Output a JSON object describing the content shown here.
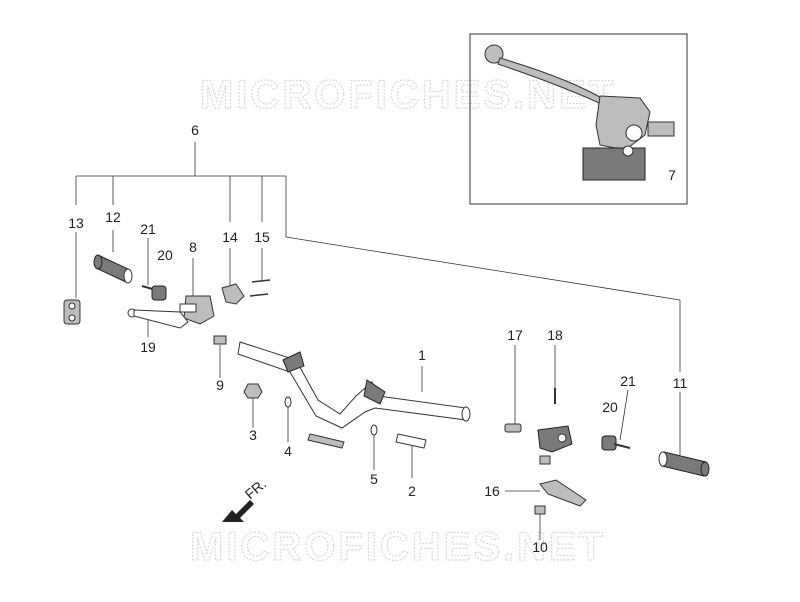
{
  "watermark": {
    "text_top": "MICROFICHES.NET",
    "text_bottom": "MICROFICHES.NET"
  },
  "direction_marker": {
    "label": "FR."
  },
  "callouts": {
    "c1": "1",
    "c2": "2",
    "c3": "3",
    "c4": "4",
    "c5": "5",
    "c6": "6",
    "c7": "7",
    "c8": "8",
    "c9": "9",
    "c10": "10",
    "c11": "11",
    "c12": "12",
    "c13": "13",
    "c14": "14",
    "c15": "15",
    "c16": "16",
    "c17": "17",
    "c18": "18",
    "c19": "19",
    "c20a": "20",
    "c20b": "20",
    "c21a": "21",
    "c21b": "21"
  },
  "colors": {
    "line": "#333333",
    "watermark": "#d6d6d6",
    "part_fill": "#bdbdbd",
    "dark": "#7a7a7a"
  }
}
